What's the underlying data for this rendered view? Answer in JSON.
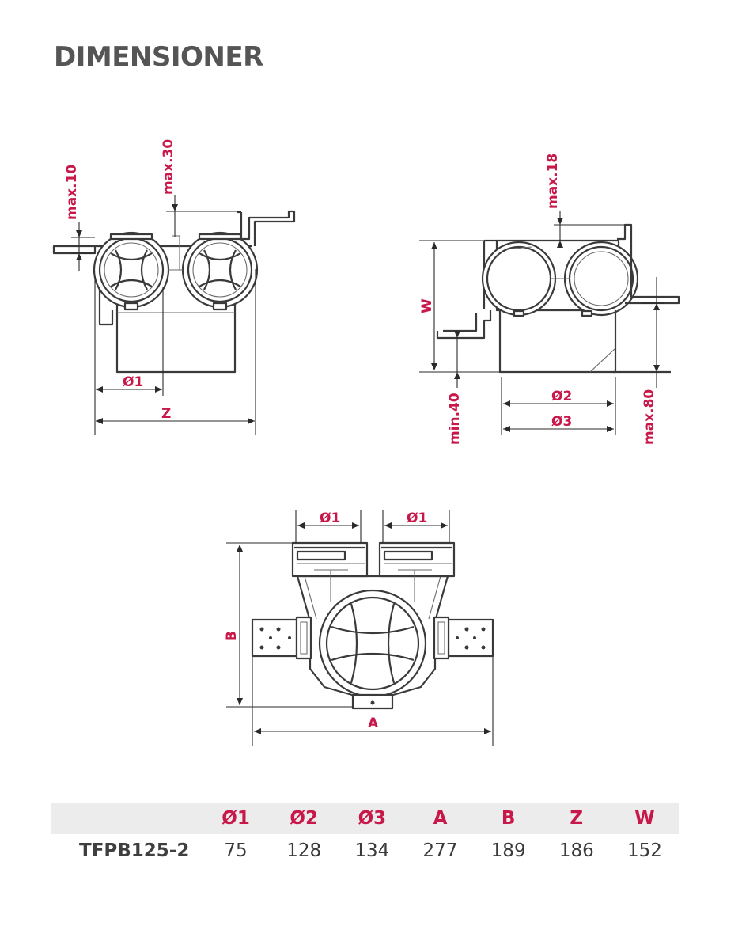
{
  "page": {
    "title": "DIMENSIONER"
  },
  "labels": {
    "max10": "max.10",
    "max30": "max.30",
    "max18": "max.18",
    "max80": "max.80",
    "min40": "min.40",
    "d1": "Ø1",
    "d2": "Ø2",
    "d3": "Ø3",
    "z": "Z",
    "w": "W",
    "a": "A",
    "b": "B"
  },
  "table": {
    "headers": [
      "",
      "Ø1",
      "Ø2",
      "Ø3",
      "A",
      "B",
      "Z",
      "W"
    ],
    "rows": [
      {
        "model": "TFPB125-2",
        "values": [
          "75",
          "128",
          "134",
          "277",
          "189",
          "186",
          "152"
        ]
      }
    ]
  },
  "colors": {
    "accent": "#c8184a",
    "line": "#3a3a3a",
    "title": "#555555",
    "table_header_bg": "#ececec"
  }
}
